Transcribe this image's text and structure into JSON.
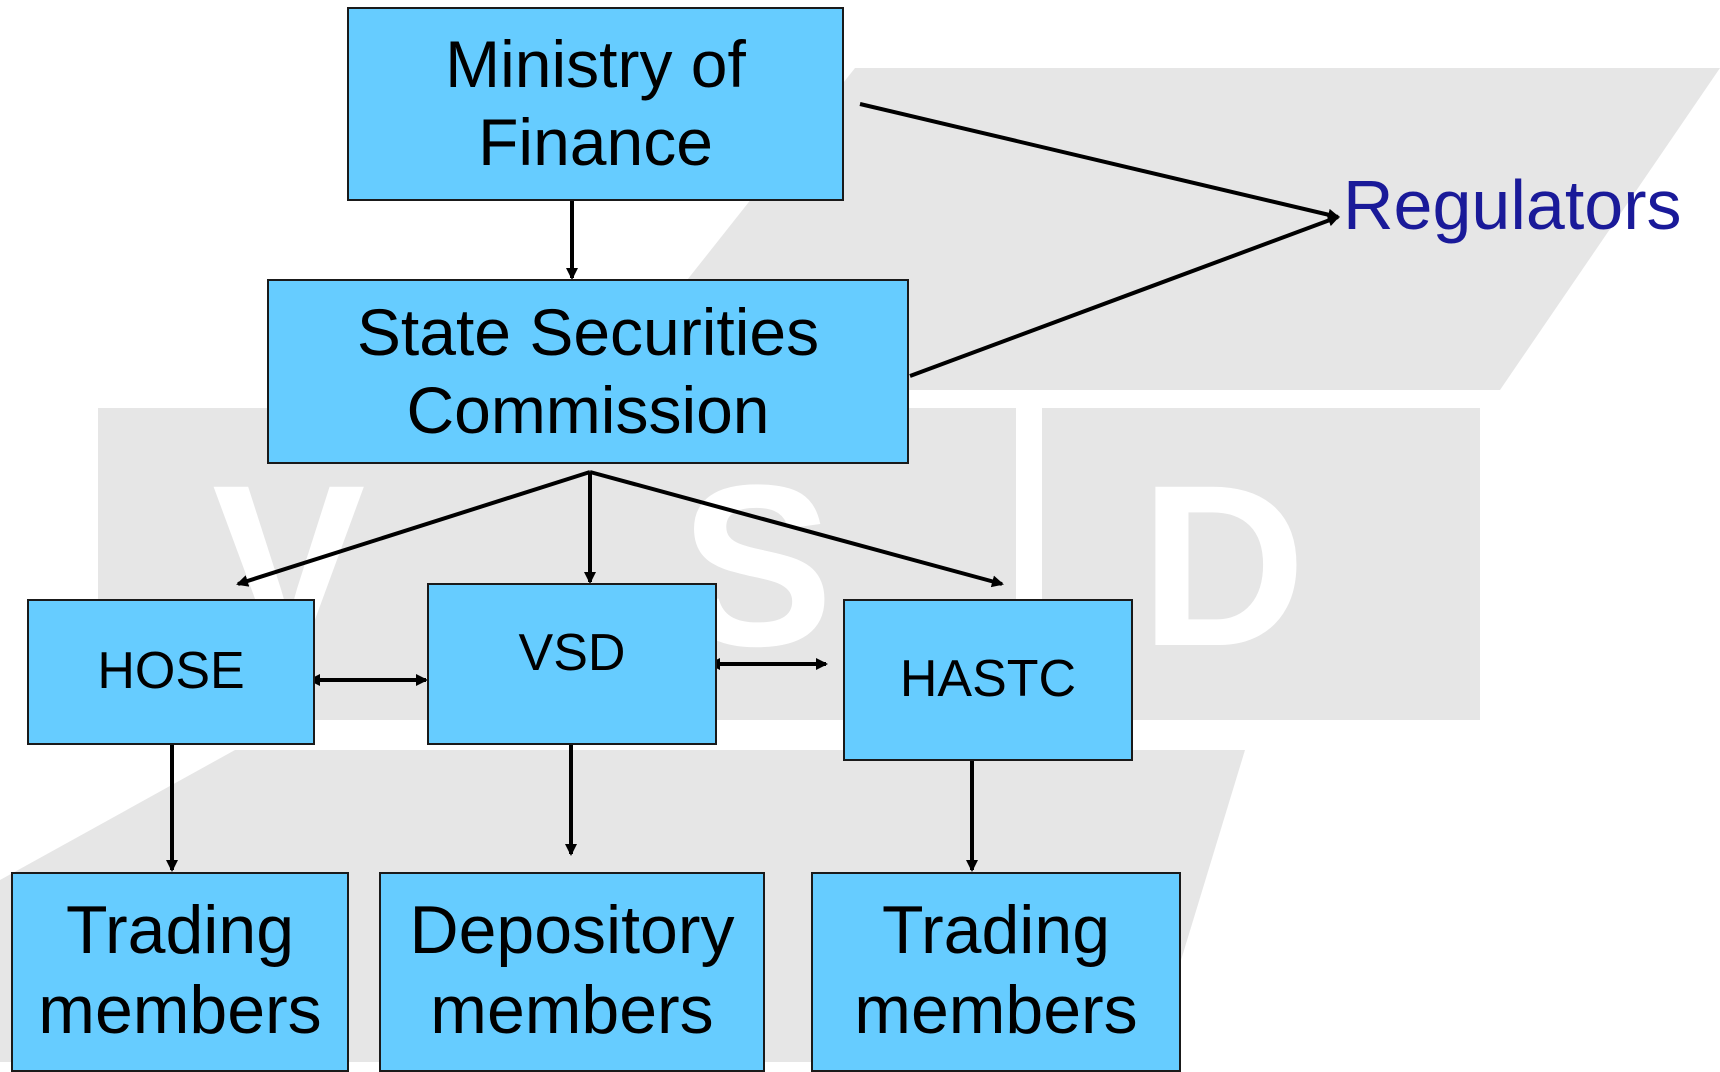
{
  "watermark": {
    "text": "VSD"
  },
  "nodes": {
    "mof": {
      "line1": "Ministry of",
      "line2": "Finance"
    },
    "ssc": {
      "line1": "State Securities",
      "line2": "Commission"
    },
    "hose": {
      "label": "HOSE"
    },
    "vsd": {
      "label": "VSD"
    },
    "hastc": {
      "label": "HASTC"
    },
    "trading_left": {
      "line1": "Trading",
      "line2": "members"
    },
    "depository": {
      "line1": "Depository",
      "line2": "members"
    },
    "trading_right": {
      "line1": "Trading",
      "line2": "members"
    }
  },
  "regulators": {
    "label": "Regulators"
  },
  "colors": {
    "box_fill": "#66ccff",
    "box_border": "#1a1a1a",
    "regulators_text": "#1a1a99",
    "watermark_gray": "#e6e6e6",
    "arrow": "#000000"
  }
}
